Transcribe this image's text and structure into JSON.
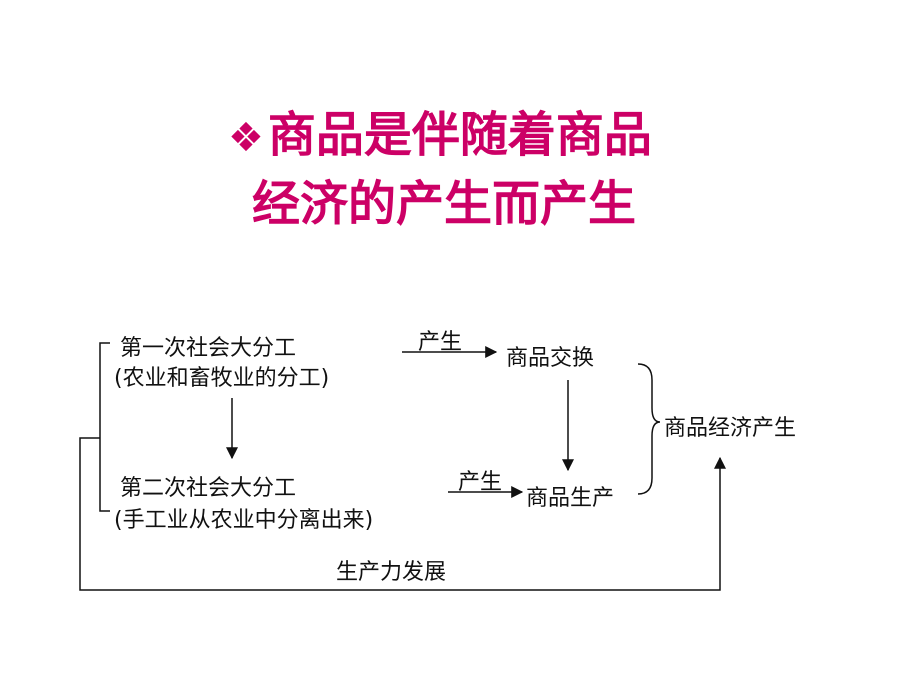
{
  "title": {
    "bullet_icon": "diamond-bullet-icon",
    "line1": "商品是伴随着商品",
    "line2": "经济的产生而产生",
    "color": "#cc0066"
  },
  "diagram": {
    "first_division": "第一次社会大分工",
    "first_division_note": "(农业和畜牧业的分工)",
    "second_division": "第二次社会大分工",
    "second_division_note": "(手工业从农业中分离出来)",
    "produce_label_1": "产生",
    "produce_label_2": "产生",
    "commodity_exchange": "商品交换",
    "commodity_production": "商品生产",
    "commodity_economy": "商品经济产生",
    "productivity": "生产力发展"
  }
}
